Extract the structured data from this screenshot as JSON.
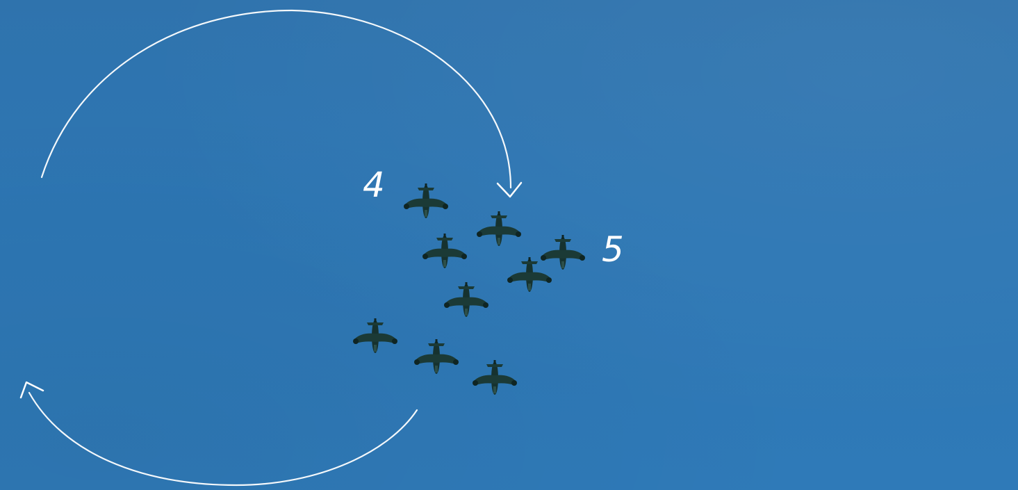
{
  "scene": {
    "description_color_sky": "#2e75b1",
    "annotation_color": "#ffffff",
    "jet_color": "#16322f",
    "jet_count": 9
  },
  "labels": {
    "left_number": "4",
    "right_number": "5"
  }
}
